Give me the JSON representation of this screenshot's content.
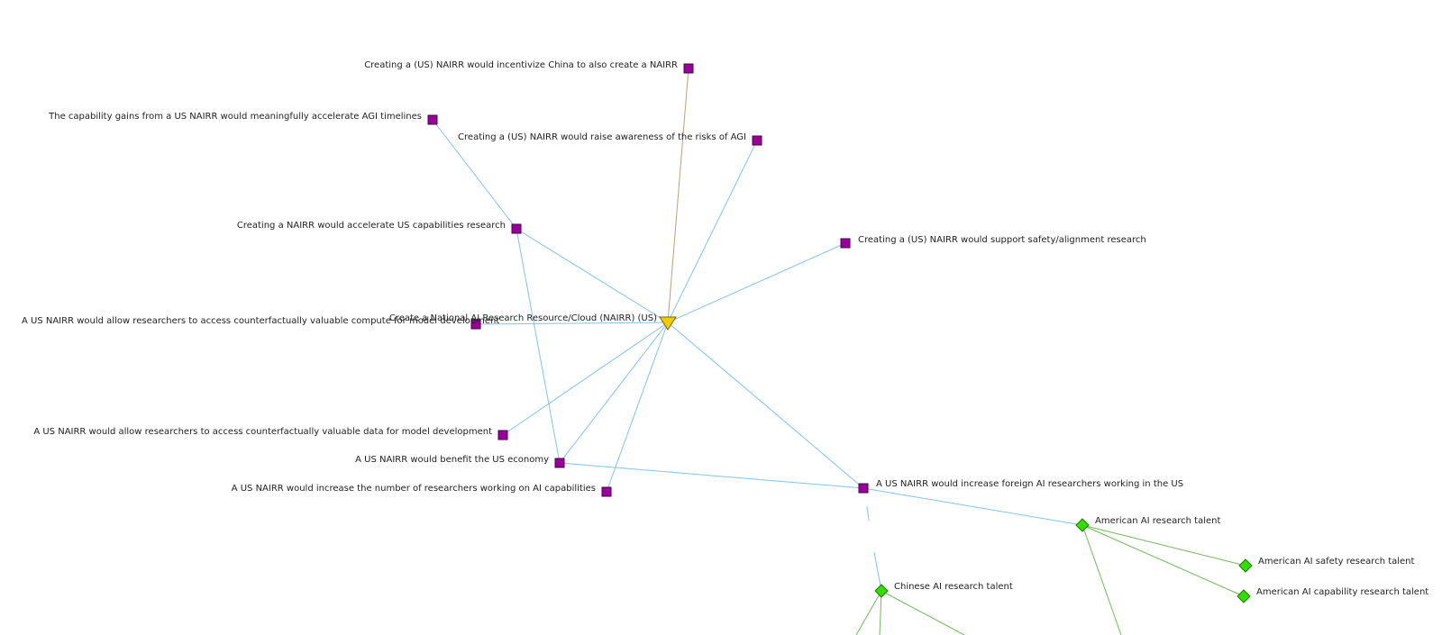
{
  "colors": {
    "edge_blue": "#7fc3ec",
    "edge_tan": "#b9a278",
    "edge_green": "#6fbb5a",
    "claim_node": "#990099",
    "talent_node": "#33dd00",
    "root_node": "#f3cc00"
  },
  "nodes": {
    "root": {
      "label": "Create a National AI Research Resource/Cloud (NAIRR) (US)",
      "shape": "triangle-down"
    },
    "china_incentive": {
      "label": "Creating a (US) NAIRR would incentivize China to also create a NAIRR",
      "shape": "square"
    },
    "agi_timelines": {
      "label": "The capability gains from a US NAIRR would meaningfully accelerate AGI timelines",
      "shape": "square"
    },
    "raise_awareness": {
      "label": "Creating a (US) NAIRR would raise awareness of the risks of AGI",
      "shape": "square"
    },
    "accelerate_capabilities": {
      "label": "Creating a NAIRR would accelerate US capabilities research",
      "shape": "square"
    },
    "support_safety": {
      "label": "Creating a (US) NAIRR would support safety/alignment research",
      "shape": "square"
    },
    "access_compute": {
      "label": "A US NAIRR would allow researchers to access counterfactually valuable compute for model development",
      "shape": "square"
    },
    "access_data": {
      "label": "A US NAIRR would allow researchers to access counterfactually valuable data for model development",
      "shape": "square"
    },
    "benefit_economy": {
      "label": "A US NAIRR would benefit the US economy",
      "shape": "square"
    },
    "increase_researchers": {
      "label": "A US NAIRR would increase the number of researchers working on AI capabilities",
      "shape": "square"
    },
    "foreign_researchers": {
      "label": "A US NAIRR would increase foreign AI researchers working in the US",
      "shape": "square"
    },
    "american_talent": {
      "label": "American AI research talent",
      "shape": "diamond"
    },
    "american_safety_talent": {
      "label": "American AI safety research talent",
      "shape": "diamond"
    },
    "american_capability_talent": {
      "label": "American AI capability research talent",
      "shape": "diamond"
    },
    "chinese_talent": {
      "label": "Chinese AI research talent",
      "shape": "diamond"
    }
  },
  "edges": [
    {
      "from": "root",
      "to": "china_incentive",
      "color": "tan"
    },
    {
      "from": "root",
      "to": "raise_awareness",
      "color": "blue"
    },
    {
      "from": "root",
      "to": "accelerate_capabilities",
      "color": "blue"
    },
    {
      "from": "accelerate_capabilities",
      "to": "agi_timelines",
      "color": "blue"
    },
    {
      "from": "root",
      "to": "support_safety",
      "color": "blue"
    },
    {
      "from": "root",
      "to": "access_compute",
      "color": "blue"
    },
    {
      "from": "root",
      "to": "access_data",
      "color": "blue"
    },
    {
      "from": "root",
      "to": "benefit_economy",
      "color": "blue"
    },
    {
      "from": "accelerate_capabilities",
      "to": "benefit_economy",
      "color": "blue"
    },
    {
      "from": "root",
      "to": "increase_researchers",
      "color": "blue"
    },
    {
      "from": "root",
      "to": "foreign_researchers",
      "color": "blue"
    },
    {
      "from": "benefit_economy",
      "to": "foreign_researchers",
      "color": "blue"
    },
    {
      "from": "foreign_researchers",
      "to": "american_talent",
      "color": "blue"
    },
    {
      "from": "foreign_researchers",
      "to": "chinese_talent",
      "color": "blue"
    },
    {
      "from": "american_talent",
      "to": "american_safety_talent",
      "color": "green"
    },
    {
      "from": "american_talent",
      "to": "american_capability_talent",
      "color": "green"
    }
  ]
}
